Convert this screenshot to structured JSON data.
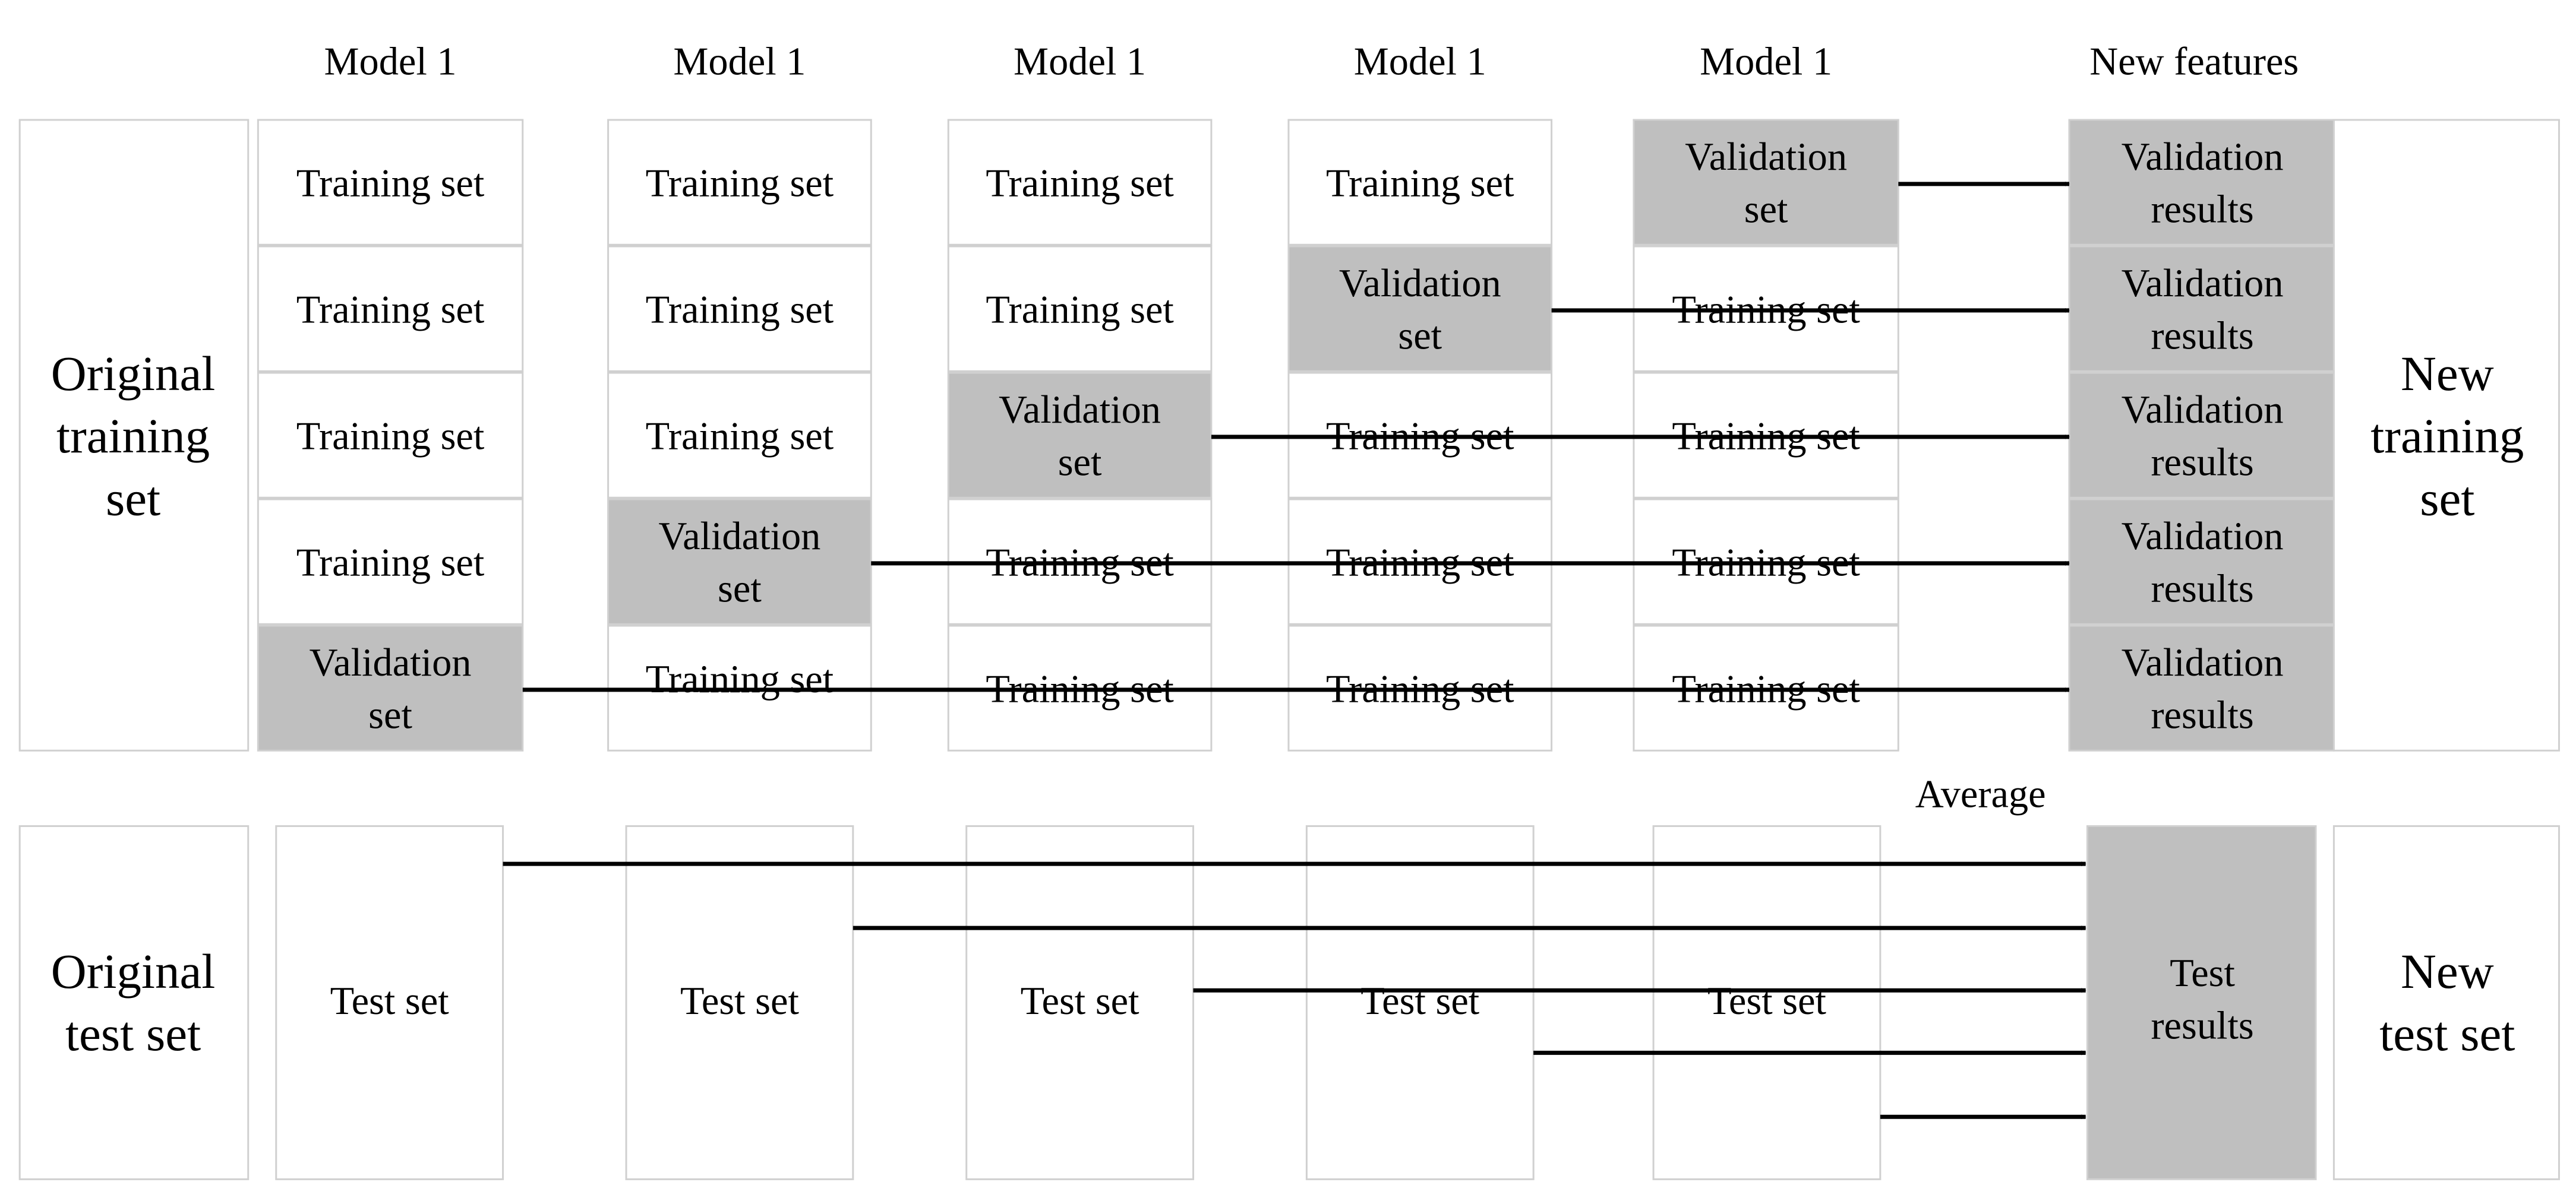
{
  "colors": {
    "validation_fill": "#bfbfbf",
    "results_fill": "#bfbfbf",
    "box_border": "#d0d0d0",
    "arrow": "#000000",
    "background": "#ffffff"
  },
  "headers": {
    "models": [
      "Model 1",
      "Model 1",
      "Model 1",
      "Model 1",
      "Model 1"
    ],
    "new_features": "New features",
    "average": "Average"
  },
  "training": {
    "original_label": [
      "Original",
      "training",
      "set"
    ],
    "training_cell": "Training set",
    "validation_cell": [
      "Validation",
      "set"
    ],
    "results_cell": [
      "Validation",
      "results"
    ],
    "new_label": [
      "New",
      "training",
      "set"
    ]
  },
  "test": {
    "original_label": [
      "Original",
      "test set"
    ],
    "test_cell": "Test set",
    "results_cell": [
      "Test",
      "results"
    ],
    "new_label": [
      "New",
      "test set"
    ]
  }
}
